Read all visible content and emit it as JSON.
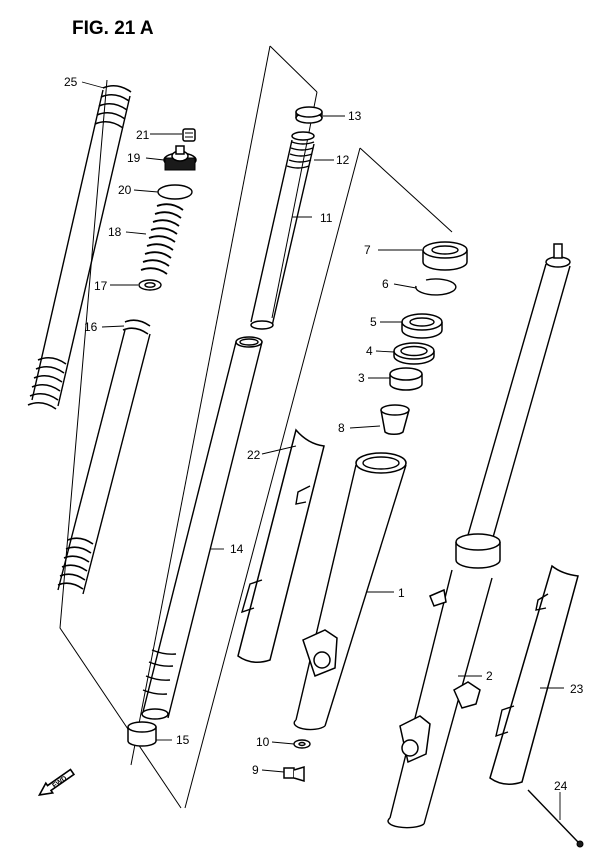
{
  "figure": {
    "title": "FIG. 21 A"
  },
  "callouts": {
    "p1": "1",
    "p2": "2",
    "p3": "3",
    "p4": "4",
    "p5": "5",
    "p6": "6",
    "p7": "7",
    "p8": "8",
    "p9": "9",
    "p10": "10",
    "p11": "11",
    "p12": "12",
    "p13": "13",
    "p14": "14",
    "p15": "15",
    "p16": "16",
    "p17": "17",
    "p18": "18",
    "p19": "19",
    "p20": "20",
    "p21": "21",
    "p22": "22",
    "p23": "23",
    "p24": "24",
    "p25": "25"
  },
  "direction_marker": {
    "label": "FWD",
    "icon": "fwd-arrow-icon"
  },
  "colors": {
    "ink": "#000000",
    "paper": "#ffffff"
  }
}
